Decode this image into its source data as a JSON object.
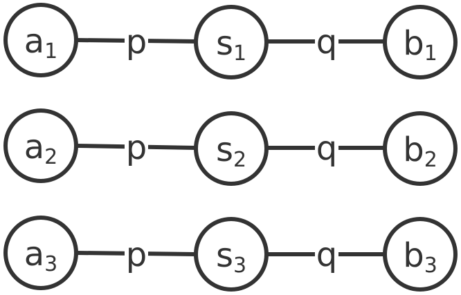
{
  "rows": [
    {
      "nodes": [
        {
          "base": "a",
          "sub": "1"
        },
        {
          "base": "s",
          "sub": "1"
        },
        {
          "base": "b",
          "sub": "1"
        }
      ],
      "edges": [
        {
          "label": "p"
        },
        {
          "label": "q"
        }
      ]
    },
    {
      "nodes": [
        {
          "base": "a",
          "sub": "2"
        },
        {
          "base": "s",
          "sub": "2"
        },
        {
          "base": "b",
          "sub": "2"
        }
      ],
      "edges": [
        {
          "label": "p"
        },
        {
          "label": "q"
        }
      ]
    },
    {
      "nodes": [
        {
          "base": "a",
          "sub": "3"
        },
        {
          "base": "s",
          "sub": "3"
        },
        {
          "base": "b",
          "sub": "3"
        }
      ],
      "edges": [
        {
          "label": "p"
        },
        {
          "label": "q"
        }
      ]
    }
  ]
}
